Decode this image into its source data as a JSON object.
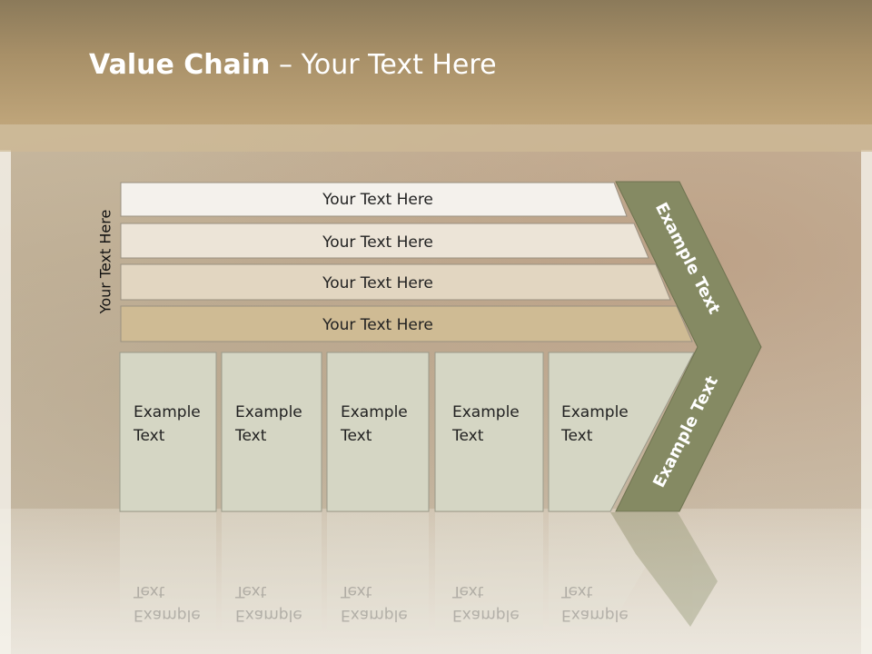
{
  "title": {
    "bold": "Value Chain",
    "rest": " – Your Text Here"
  },
  "side_label": "Your Text Here",
  "bars": [
    {
      "label": "Your Text Here",
      "color": "#f4f1ec"
    },
    {
      "label": "Your Text Here",
      "color": "#ece4d7"
    },
    {
      "label": "Your Text Here",
      "color": "#e2d6c1"
    },
    {
      "label": "Your Text Here",
      "color": "#cfbb94"
    }
  ],
  "boxes": [
    {
      "line1": "Example",
      "line2": "Text"
    },
    {
      "line1": "Example",
      "line2": "Text"
    },
    {
      "line1": "Example",
      "line2": "Text"
    },
    {
      "line1": "Example",
      "line2": "Text"
    },
    {
      "line1": "Example",
      "line2": "Text"
    }
  ],
  "chevron": {
    "top_label": "Example Text",
    "bottom_label": "Example Text",
    "color": "#858a63"
  },
  "box_color": "#d5d6c4"
}
